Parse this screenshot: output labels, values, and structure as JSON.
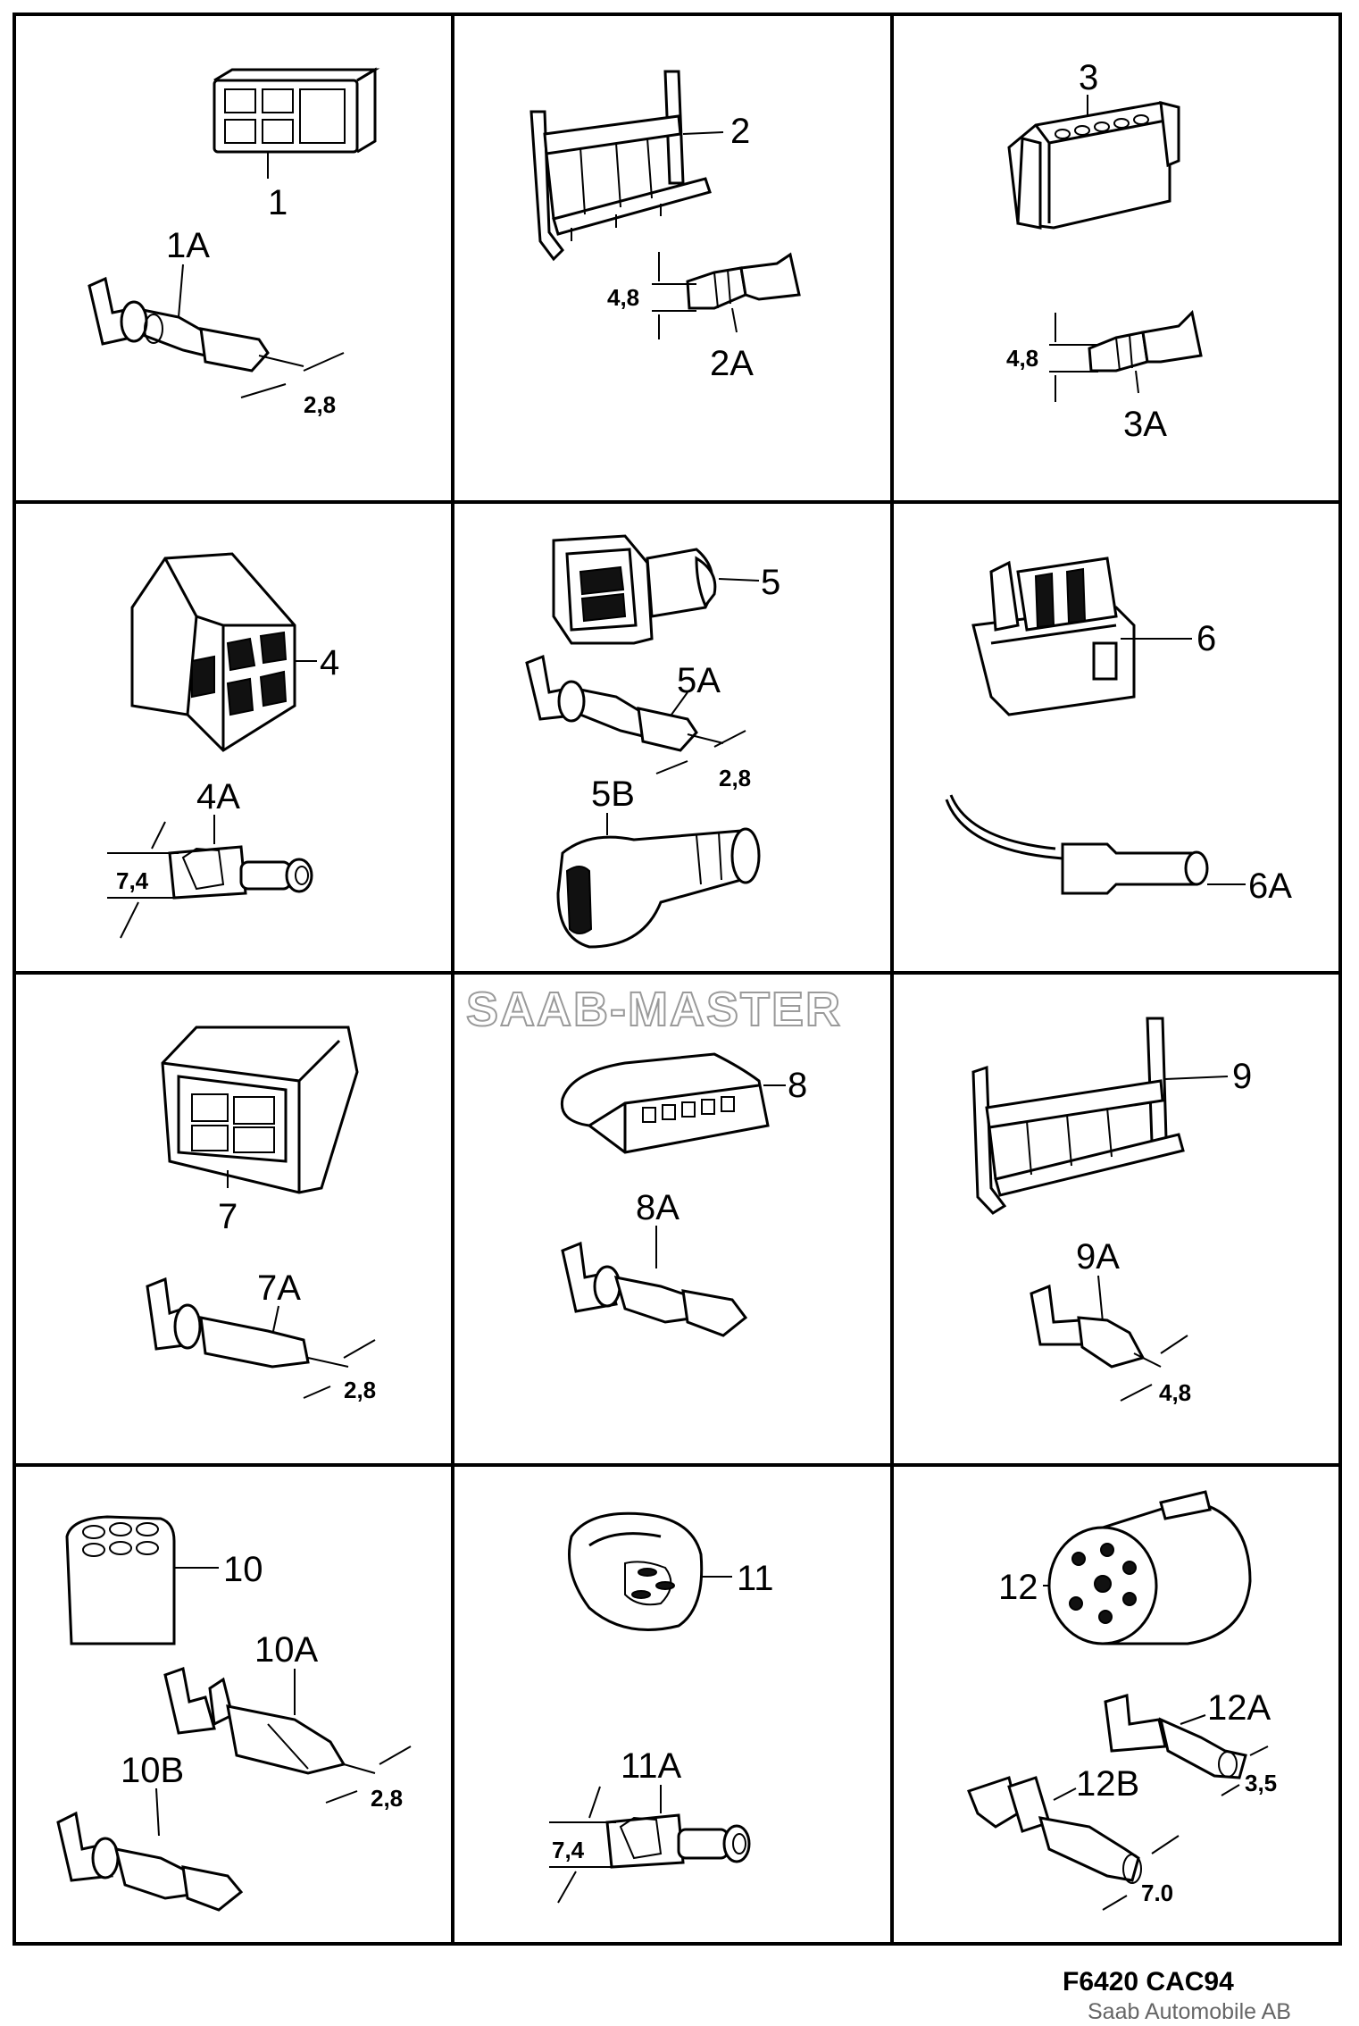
{
  "watermark": "SAAB-MASTER",
  "footer": {
    "code": "F6420 CAC94",
    "company": "Saab Automobile AB"
  },
  "labels": {
    "p1": "1",
    "p1A": "1A",
    "d1A": "2,8",
    "p2": "2",
    "p2A": "2A",
    "d2A": "4,8",
    "p3": "3",
    "p3A": "3A",
    "d3A": "4,8",
    "p4": "4",
    "p4A": "4A",
    "d4A": "7,4",
    "p5": "5",
    "p5A": "5A",
    "d5A": "2,8",
    "p5B": "5B",
    "p6": "6",
    "p6A": "6A",
    "p7": "7",
    "p7A": "7A",
    "d7A": "2,8",
    "p8": "8",
    "p8A": "8A",
    "p9": "9",
    "p9A": "9A",
    "d9A": "4,8",
    "p10": "10",
    "p10A": "10A",
    "d10A": "2,8",
    "p10B": "10B",
    "p11": "11",
    "p11A": "11A",
    "d11A": "7,4",
    "p12": "12",
    "p12A": "12A",
    "d12A": "3,5",
    "p12B": "12B",
    "d12B": "7.0"
  }
}
